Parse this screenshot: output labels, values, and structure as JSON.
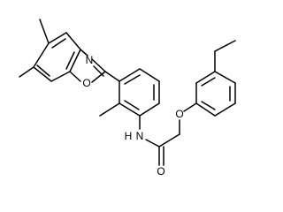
{
  "atoms": {
    "oxazole_nitrogen": "N",
    "oxazole_oxygen": "O",
    "amide_nitrogen": "N",
    "amide_hydrogen": "H",
    "carbonyl_oxygen": "O",
    "ether_oxygen": "O"
  },
  "colors": {
    "bond": "#000000",
    "label": "#000000",
    "background": "#ffffff"
  }
}
